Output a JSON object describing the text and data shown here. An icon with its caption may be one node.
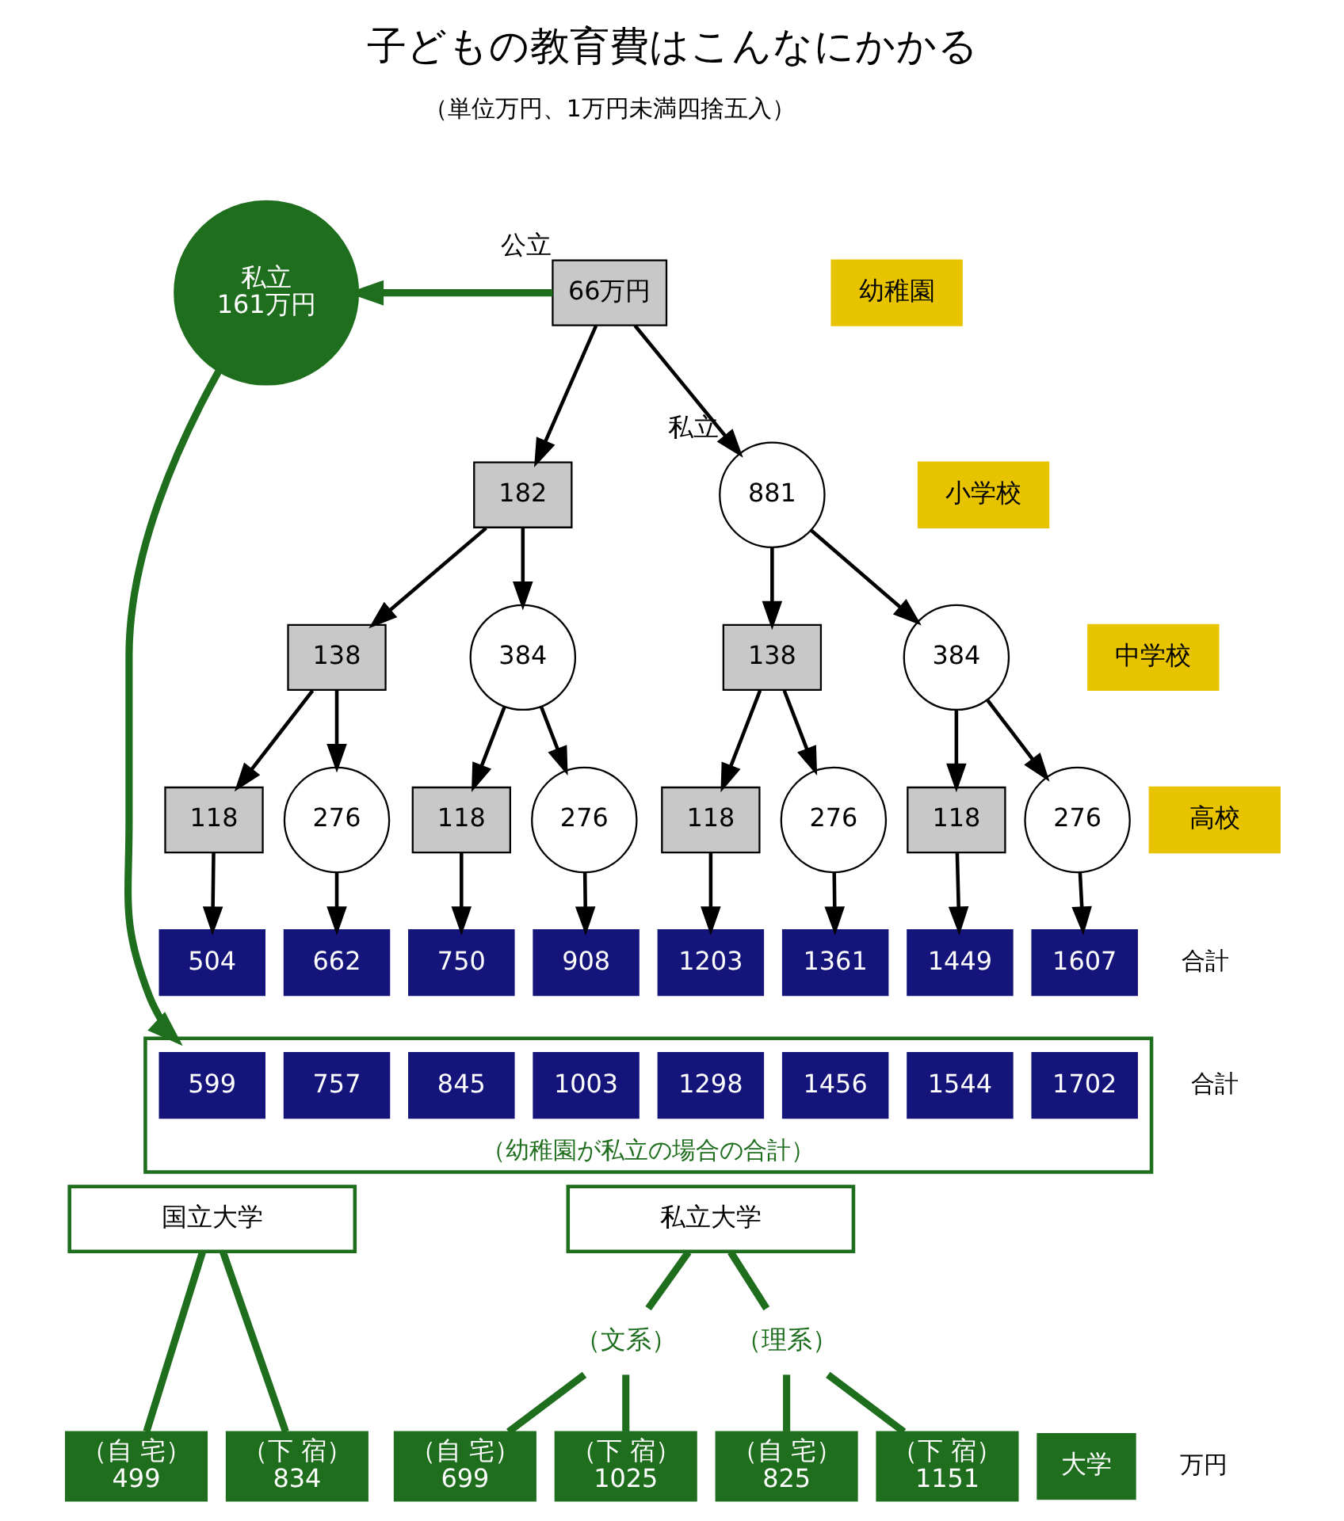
{
  "diagram": {
    "title": "子どもの教育費はこんなにかかる",
    "nodes": [
      {
        "text": [
          "私立",
          "161万円"
        ]
      },
      {
        "text": [
          "66万円"
        ],
        "beside": [
          "公立"
        ]
      },
      {
        "text": [
          "182"
        ]
      },
      {
        "text": [
          "881"
        ],
        "beside": [
          "私立"
        ]
      },
      {
        "text": [
          "138"
        ]
      },
      {
        "text": [
          "384"
        ]
      },
      {
        "text": [
          "138"
        ]
      },
      {
        "text": [
          "384"
        ]
      },
      {
        "text": [
          "118"
        ]
      },
      {
        "text": [
          "276"
        ]
      },
      {
        "text": [
          "118"
        ]
      },
      {
        "text": [
          "276"
        ]
      },
      {
        "text": [
          "118"
        ]
      },
      {
        "text": [
          "276"
        ]
      },
      {
        "text": [
          "118"
        ]
      },
      {
        "text": [
          "276"
        ]
      },
      {
        "text": [
          "504"
        ]
      },
      {
        "text": [
          "662"
        ]
      },
      {
        "text": [
          "750"
        ]
      },
      {
        "text": [
          "908"
        ]
      },
      {
        "text": [
          "1203"
        ]
      },
      {
        "text": [
          "1361"
        ]
      },
      {
        "text": [
          "1449"
        ]
      },
      {
        "text": [
          "1607"
        ]
      },
      {
        "text": [
          "（幼稚園が私立の場合の合計）"
        ]
      },
      {
        "text": [
          "599"
        ],
        "in": 24
      },
      {
        "text": [
          "757"
        ],
        "in": 24
      },
      {
        "text": [
          "845"
        ],
        "in": 24
      },
      {
        "text": [
          "1003"
        ],
        "in": 24
      },
      {
        "text": [
          "1298"
        ],
        "in": 24
      },
      {
        "text": [
          "1456"
        ],
        "in": 24
      },
      {
        "text": [
          "1544"
        ],
        "in": 24
      },
      {
        "text": [
          "1702"
        ],
        "in": 24
      },
      {
        "text": [
          "幼稚園"
        ]
      },
      {
        "text": [
          "小学校"
        ]
      },
      {
        "text": [
          "中学校"
        ]
      },
      {
        "text": [
          "高校"
        ]
      },
      {
        "text": [
          "国立大学"
        ]
      },
      {
        "text": [
          "私立大学"
        ]
      },
      {
        "text": [
          "（文系）"
        ]
      },
      {
        "text": [
          "（理系）"
        ]
      },
      {
        "text": [
          "（自 宅）",
          "499"
        ]
      },
      {
        "text": [
          "（下 宿）",
          "834"
        ]
      },
      {
        "text": [
          "（自 宅）",
          "699"
        ]
      },
      {
        "text": [
          "（下 宿）",
          "1025"
        ]
      },
      {
        "text": [
          "（自 宅）",
          "825"
        ]
      },
      {
        "text": [
          "（下 宿）",
          "1151"
        ]
      },
      {
        "text": [
          "大学"
        ]
      }
    ],
    "edges": [
      {
        "from": 1,
        "to": 0,
        "arrow": "to",
        "style": "thick",
        "color": "#1e6e1e"
      },
      {
        "from": 1,
        "to": 2,
        "arrow": "to"
      },
      {
        "from": 1,
        "to": 3,
        "arrow": "to"
      },
      {
        "from": 2,
        "to": 4,
        "arrow": "to"
      },
      {
        "from": 2,
        "to": 5,
        "arrow": "to"
      },
      {
        "from": 3,
        "to": 6,
        "arrow": "to"
      },
      {
        "from": 3,
        "to": 7,
        "arrow": "to"
      },
      {
        "from": 4,
        "to": 8,
        "arrow": "to"
      },
      {
        "from": 4,
        "to": 9,
        "arrow": "to"
      },
      {
        "from": 5,
        "to": 10,
        "arrow": "to"
      },
      {
        "from": 5,
        "to": 11,
        "arrow": "to"
      },
      {
        "from": 6,
        "to": 12,
        "arrow": "to"
      },
      {
        "from": 6,
        "to": 13,
        "arrow": "to"
      },
      {
        "from": 7,
        "to": 14,
        "arrow": "to"
      },
      {
        "from": 7,
        "to": 15,
        "arrow": "to"
      },
      {
        "from": 8,
        "to": 16,
        "arrow": "to"
      },
      {
        "from": 9,
        "to": 17,
        "arrow": "to"
      },
      {
        "from": 10,
        "to": 18,
        "arrow": "to"
      },
      {
        "from": 11,
        "to": 19,
        "arrow": "to"
      },
      {
        "from": 12,
        "to": 20,
        "arrow": "to"
      },
      {
        "from": 13,
        "to": 21,
        "arrow": "to"
      },
      {
        "from": 14,
        "to": 22,
        "arrow": "to"
      },
      {
        "from": 15,
        "to": 23,
        "arrow": "to"
      },
      {
        "from": 0,
        "to": 24,
        "arrow": "to",
        "style": "thick",
        "color": "#1e6e1e"
      },
      {
        "from": 37,
        "to": 41,
        "arrow": "none",
        "style": "thick",
        "color": "#1e6e1e"
      },
      {
        "from": 37,
        "to": 42,
        "arrow": "none",
        "style": "thick",
        "color": "#1e6e1e"
      },
      {
        "from": 38,
        "to": 39,
        "arrow": "none",
        "style": "thick",
        "color": "#1e6e1e"
      },
      {
        "from": 38,
        "to": 40,
        "arrow": "none",
        "style": "thick",
        "color": "#1e6e1e"
      },
      {
        "from": 39,
        "to": 43,
        "arrow": "none",
        "style": "thick",
        "color": "#1e6e1e"
      },
      {
        "from": 39,
        "to": 44,
        "arrow": "none",
        "style": "thick",
        "color": "#1e6e1e"
      },
      {
        "from": 40,
        "to": 45,
        "arrow": "none",
        "style": "thick",
        "color": "#1e6e1e"
      },
      {
        "from": 40,
        "to": 46,
        "arrow": "none",
        "style": "thick",
        "color": "#1e6e1e"
      }
    ],
    "labels": [
      "（単位万円、1万円未満四捨五入）",
      "合計",
      "合計",
      "万円"
    ]
  }
}
